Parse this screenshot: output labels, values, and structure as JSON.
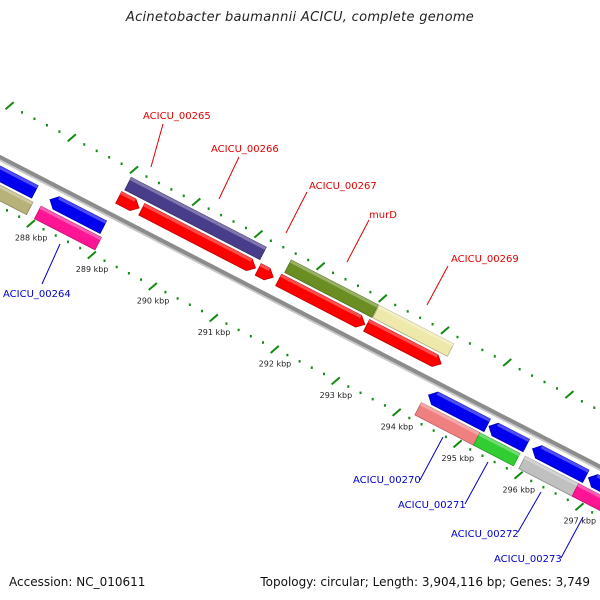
{
  "title": "Acinetobacter baumannii ACICU, complete genome",
  "footer": {
    "accession": "Accession: NC_010611",
    "summary": "Topology: circular; Length: 3,904,116 bp; Genes: 3,749"
  },
  "colors": {
    "backbone": "#8c8c8c",
    "tick": "#138a13",
    "label_forward": "#e00000",
    "label_reverse": "#0000cc"
  },
  "scale": {
    "unit": "kbp",
    "major_ticks": [
      288,
      289,
      290,
      291,
      292,
      293,
      294,
      295,
      296,
      297
    ],
    "minor_per_major": 4
  },
  "features": [
    {
      "id": "f-blue-left-1",
      "strand": "-",
      "color": "#0000ee",
      "row": "rev-inner",
      "arrow": "none"
    },
    {
      "id": "f-olive-left",
      "strand": "-",
      "color": "#b7b27a",
      "row": "rev-outer",
      "arrow": "none"
    },
    {
      "id": "f-blue-left-2",
      "strand": "-",
      "color": "#0000ee",
      "row": "rev-inner",
      "arrow": "start"
    },
    {
      "id": "ACICU_00264",
      "name": "ACICU_00264",
      "strand": "-",
      "color": "#ff1493",
      "row": "rev-outer",
      "arrow": "none"
    },
    {
      "id": "ACICU_00265",
      "name": "ACICU_00265",
      "strand": "+",
      "color": "#483d8b",
      "row": "fwd-outer",
      "arrow": "none"
    },
    {
      "id": "f-red-265a",
      "strand": "+",
      "color": "#ff0000",
      "row": "fwd-inner",
      "arrow": "end"
    },
    {
      "id": "ACICU_00266",
      "name": "ACICU_00266",
      "strand": "+",
      "color": "#ff0000",
      "row": "fwd-inner",
      "arrow": "end"
    },
    {
      "id": "ACICU_00267",
      "name": "ACICU_00267",
      "strand": "+",
      "color": "#ff0000",
      "row": "fwd-inner",
      "arrow": "end"
    },
    {
      "id": "murD",
      "name": "murD",
      "strand": "+",
      "color": "#6b8e23",
      "row": "fwd-outer",
      "arrow": "none"
    },
    {
      "id": "f-red-murD",
      "strand": "+",
      "color": "#ff0000",
      "row": "fwd-inner",
      "arrow": "end"
    },
    {
      "id": "ACICU_00269",
      "name": "ACICU_00269",
      "strand": "+",
      "color": "#eee8aa",
      "row": "fwd-outer",
      "arrow": "none"
    },
    {
      "id": "f-red-269",
      "strand": "+",
      "color": "#ff0000",
      "row": "fwd-inner",
      "arrow": "end"
    },
    {
      "id": "f-blue-294",
      "strand": "-",
      "color": "#0000ee",
      "row": "rev-inner",
      "arrow": "start"
    },
    {
      "id": "f-blue-294b",
      "strand": "-",
      "color": "#0000ee",
      "row": "rev-inner",
      "arrow": "start"
    },
    {
      "id": "ACICU_00270",
      "name": "ACICU_00270",
      "strand": "-",
      "color": "#f08080",
      "row": "rev-outer",
      "arrow": "none"
    },
    {
      "id": "ACICU_00271",
      "name": "ACICU_00271",
      "strand": "-",
      "color": "#32cd32",
      "row": "rev-outer",
      "arrow": "none"
    },
    {
      "id": "f-blue-296",
      "strand": "-",
      "color": "#0000ee",
      "row": "rev-inner",
      "arrow": "start"
    },
    {
      "id": "f-blue-297",
      "strand": "-",
      "color": "#0000ee",
      "row": "rev-inner",
      "arrow": "start"
    },
    {
      "id": "ACICU_00272",
      "name": "ACICU_00272",
      "strand": "-",
      "color": "#c0c0c0",
      "row": "rev-outer",
      "arrow": "none"
    },
    {
      "id": "ACICU_00273",
      "name": "ACICU_00273",
      "strand": "-",
      "color": "#ff1493",
      "row": "rev-outer",
      "arrow": "none"
    }
  ],
  "labels": [
    {
      "text": "ACICU_00264",
      "strand": "-"
    },
    {
      "text": "ACICU_00265",
      "strand": "+"
    },
    {
      "text": "ACICU_00266",
      "strand": "+"
    },
    {
      "text": "ACICU_00267",
      "strand": "+"
    },
    {
      "text": "murD",
      "strand": "+"
    },
    {
      "text": "ACICU_00269",
      "strand": "+"
    },
    {
      "text": "ACICU_00270",
      "strand": "-"
    },
    {
      "text": "ACICU_00271",
      "strand": "-"
    },
    {
      "text": "ACICU_00272",
      "strand": "-"
    },
    {
      "text": "ACICU_00273",
      "strand": "-"
    }
  ]
}
